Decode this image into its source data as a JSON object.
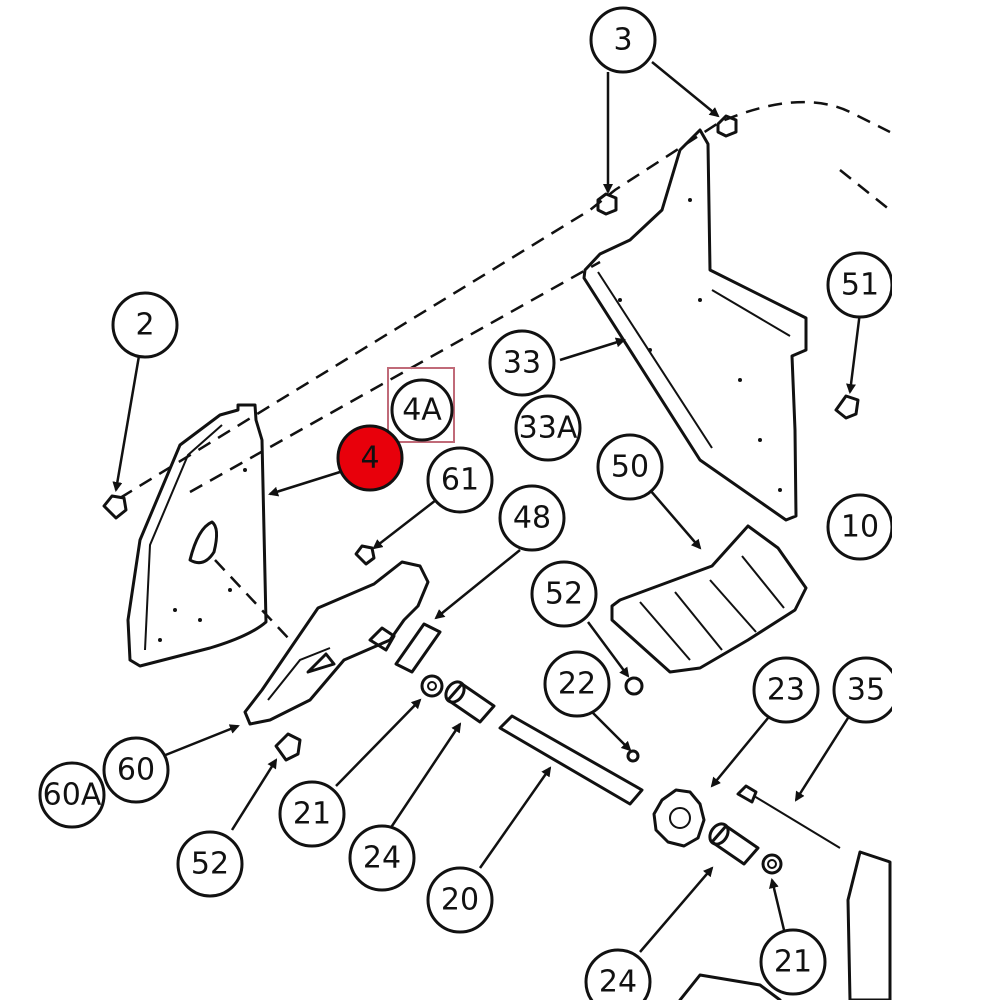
{
  "highlight_color": "#e8000b",
  "box_color": "#c06a78",
  "callouts": {
    "c3": "3",
    "c2": "2",
    "c51": "51",
    "c33": "33",
    "c33a": "33A",
    "c4a": "4A",
    "c4": "4",
    "c61": "61",
    "c48": "48",
    "c50": "50",
    "c10": "10",
    "c52a": "52",
    "c22": "22",
    "c23": "23",
    "c35": "35",
    "c60": "60",
    "c60a": "60A",
    "c52b": "52",
    "c21a": "21",
    "c24a": "24",
    "c20": "20",
    "c24b": "24",
    "c21b": "21"
  }
}
